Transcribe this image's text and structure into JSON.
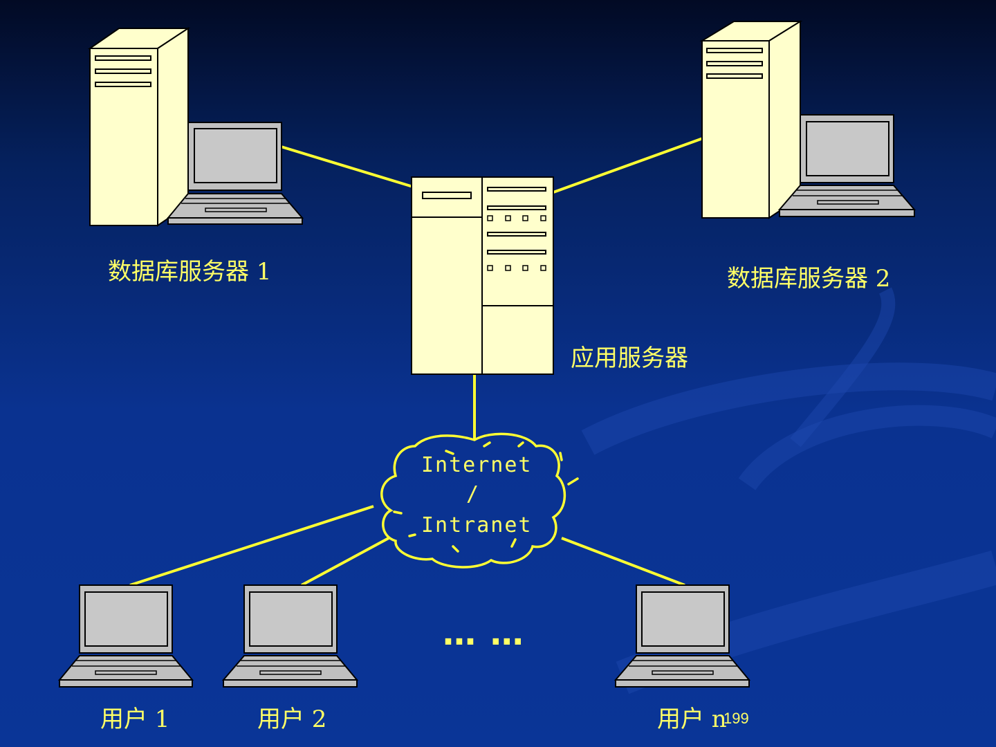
{
  "nodes": {
    "db_server_1": {
      "label": "数据库服务器 1"
    },
    "db_server_2": {
      "label": "数据库服务器 2"
    },
    "app_server": {
      "label": "应用服务器"
    },
    "network": {
      "line1": "Internet",
      "line2": "/",
      "line3": "Intranet"
    },
    "user_1": {
      "label": "用户 1"
    },
    "user_2": {
      "label": "用户 2"
    },
    "user_n": {
      "label": "用户 n"
    },
    "ellipsis": "… …"
  },
  "page_number": "199",
  "colors": {
    "line": "#ffff33",
    "text": "#ffff66",
    "device_body": "#ffffcc",
    "laptop_gray": "#c0c0c0"
  }
}
